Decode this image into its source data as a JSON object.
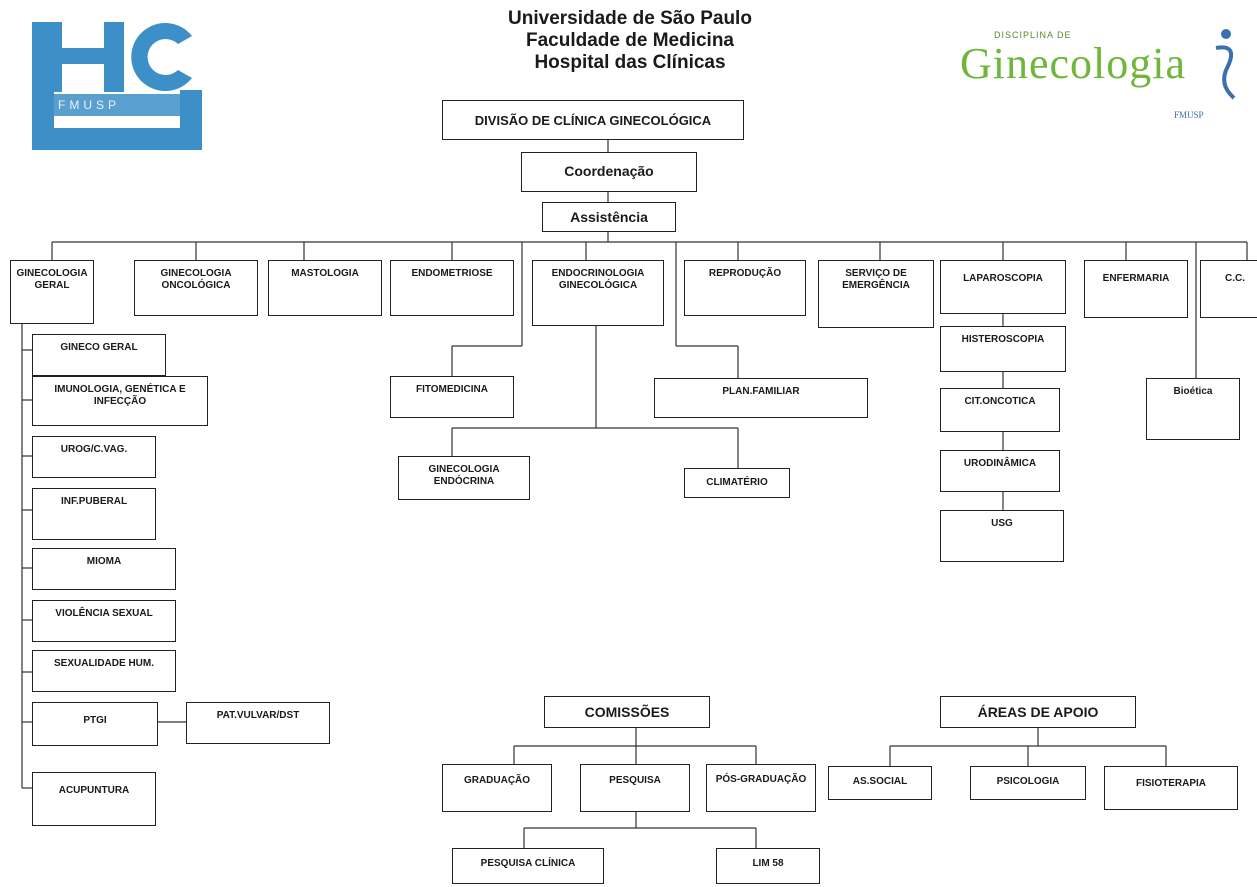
{
  "header": {
    "line1": "Universidade de São Paulo",
    "line2": "Faculdade de Medicina",
    "line3": "Hospital das Clínicas"
  },
  "logos": {
    "hc_letters": "HC",
    "hc_sub": "FMUSP",
    "gin_top": "DISCIPLINA DE",
    "gin_word": "Ginecologia",
    "gin_sub": "FMUSP",
    "hc_color": "#3d8fc7",
    "gin_color": "#6fb63a"
  },
  "chart": {
    "division": "DIVISÃO DE CLÍNICA GINECOLÓGICA",
    "coordination": "Coordenação",
    "assistance": "Assistência",
    "units": {
      "ginecologia_geral": "GINECOLOGIA GERAL",
      "ginecologia_oncologica": "GINECOLOGIA ONCOLÓGICA",
      "mastologia": "MASTOLOGIA",
      "endometriose": "ENDOMETRIOSE",
      "endocrinologia": "ENDOCRINOLOGIA GINECOLÓGICA",
      "reproducao": "REPRODUÇÃO",
      "servico_emergencia": "SERVIÇO DE EMERGÊNCIA",
      "laparoscopia": "LAPAROSCOPIA",
      "enfermaria": "ENFERMARIA",
      "cc": "C.C."
    },
    "geral_subunits": {
      "gineco_geral": "GINECO GERAL",
      "imunologia": "IMUNOLOGIA, GENÉTICA E INFECÇÃO",
      "urog": "UROG/C.VAG.",
      "inf_puberal": "INF.PUBERAL",
      "mioma": "MIOMA",
      "violencia": "VIOLÊNCIA SEXUAL",
      "sexualidade": "SEXUALIDADE HUM.",
      "ptgi": "PTGI",
      "pat_vulvar": "PAT.VULVAR/DST",
      "acupuntura": "ACUPUNTURA"
    },
    "other_subunits": {
      "fitomedicina": "FITOMEDICINA",
      "plan_familiar": "PLAN.FAMILIAR",
      "ginecologia_endocrina": "GINECOLOGIA ENDÓCRINA",
      "climaterio": "CLIMATÉRIO",
      "histeroscopia": "HISTEROSCOPIA",
      "cit_oncotica": "CIT.ONCOTICA",
      "urodinamica": "URODINÂMICA",
      "usg": "USG",
      "bioetica": "Bioética"
    },
    "comissoes": {
      "title": "COMISSÕES",
      "graduacao": "GRADUAÇÃO",
      "pesquisa": "PESQUISA",
      "pos_graduacao": "PÓS-GRADUAÇÃO",
      "pesquisa_clinica": "PESQUISA CLÍNICA",
      "lim58": "LIM 58"
    },
    "apoio": {
      "title": "ÁREAS DE APOIO",
      "as_social": "AS.SOCIAL",
      "psicologia": "PSICOLOGIA",
      "fisioterapia": "FISIOTERAPIA"
    }
  }
}
